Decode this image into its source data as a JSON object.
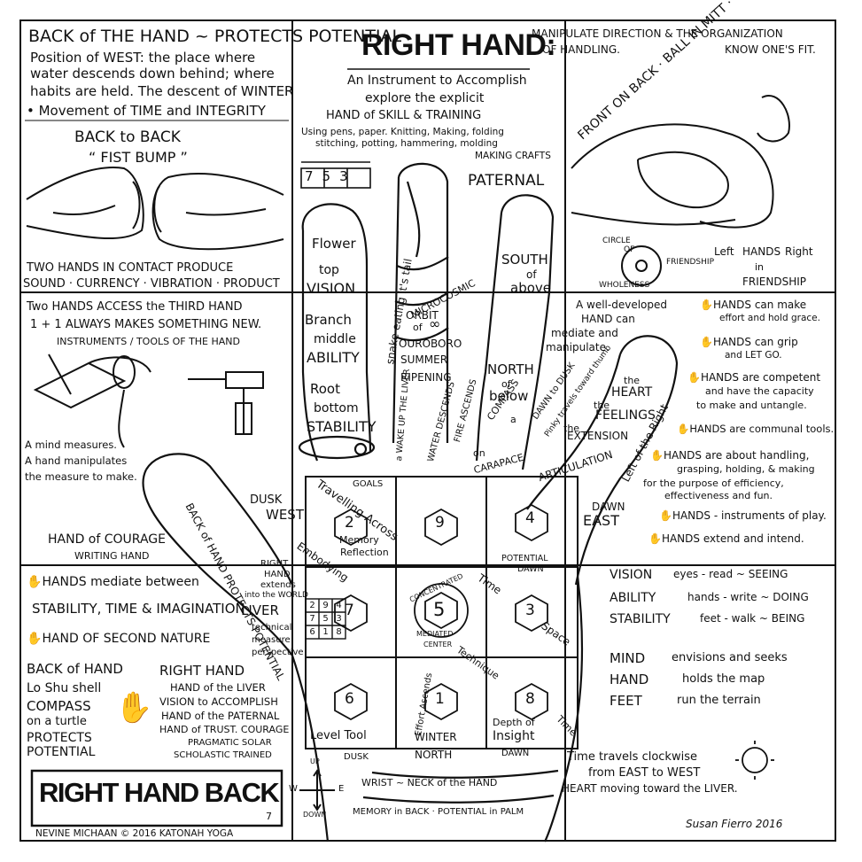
{
  "title": {
    "main": "RIGHT HAND:",
    "sub1": "An Instrument to Accomplish",
    "sub2": "explore the explicit",
    "sub3": "HAND of SKILL & TRAINING",
    "crafts1": "Using pens, paper. Knitting, Making, folding",
    "crafts2": "stitching, potting, hammering, molding",
    "crafts3": "MAKING CRAFTS",
    "right1": "MANIPULATE DIRECTION & THE ORGANIZATION",
    "right2": "OF HANDLING.",
    "right3": "KNOW ONE'S FIT."
  },
  "back_of_hand": {
    "l1": "BACK of THE HAND ~ PROTECTS POTENTIAL",
    "l2": "Position of WEST: the place where",
    "l3": "water descends down behind; where",
    "l4": "habits are held. The descent of WINTER",
    "l5": "• Movement of TIME and INTEGRITY",
    "fist1": "BACK to BACK",
    "fist2": "“ FIST BUMP ”",
    "contact1": "TWO HANDS IN CONTACT PRODUCE",
    "contact2": "SOUND · CURRENCY · VIBRATION · PRODUCT",
    "magic": [
      "7",
      "5",
      "3"
    ]
  },
  "mitt": {
    "text": "FRONT ON BACK · BALL IN MITT · “SPOONING”",
    "circle1": "CIRCLE",
    "circle2": "OF",
    "circle3": "WHOLENESS",
    "friendship": "FRIENDSHIP",
    "lr1": "Left",
    "lr2": "HANDS",
    "lr3": "Right",
    "lr4": "in",
    "lr5": "FRIENDSHIP"
  },
  "third_hand": {
    "l1": "Two HANDS ACCESS the THIRD HAND",
    "l2": "1 + 1  ALWAYS MAKES SOMETHING NEW.",
    "l3": "INSTRUMENTS / TOOLS OF THE HAND",
    "mind1": "A mind measures.",
    "mind2": "A hand manipulates",
    "mind3": "the measure to make.",
    "courage1": "HAND of COURAGE",
    "courage2": "WRITING HAND"
  },
  "fingers": {
    "f1": "Flower",
    "f2": "top",
    "f3": "VISION",
    "f4": "Branch",
    "f5": "middle",
    "f6": "ABILITY",
    "f7": "Root",
    "f8": "bottom",
    "f9": "STABILITY",
    "snake": "snake eating it's tail",
    "micro": "MICROCOSMIC",
    "orbit": "ORBIT",
    "of": "of",
    "infinity": "∞",
    "ourob": "OUROBORO",
    "summer": "SUMMER",
    "ripening": "RIPENING",
    "paternal": "PATERNAL",
    "south": "SOUTH",
    "of2": "of",
    "above": "above",
    "north": "NORTH",
    "of3": "of",
    "below": "below",
    "compass": "COMPASS",
    "on": "on",
    "a": "a",
    "carapace": "CARAPACE",
    "water_desc": "WATER DESCENDS",
    "fire_asc": "FIRE ASCENDS",
    "wake": "a WAKE UP THE LIVER",
    "dawn_dusk": "DAWN to DUSK",
    "pinky": "Pinky travels toward thumb",
    "heart1": "the",
    "heart2": "HEART",
    "heart3": "the",
    "heart4": "FEELINGS",
    "heart5": "the",
    "heart6": "EXTENSION",
    "articulation": "ARTICULATION",
    "left_right": "Left of the Right",
    "well1": "A well-developed",
    "well2": "HAND can",
    "well3": "mediate and",
    "well4": "manipulate."
  },
  "grid": {
    "goals": "GOALS",
    "dusk": "DUSK",
    "west": "WEST",
    "n2": "2",
    "n9": "9",
    "n4": "4",
    "memory": "Memory",
    "reflection": "Reflection",
    "potential": "POTENTIAL",
    "dawn": "DAWN",
    "n7": "7",
    "n5": "5",
    "n3": "3",
    "concentrated": "CONCENTRATED",
    "mediated": "MEDIATED",
    "center": "CENTER",
    "n6": "6",
    "n1": "1",
    "n8": "8",
    "level": "Level Tool",
    "winter": "WINTER",
    "north_b": "NORTH",
    "depth1": "Depth of",
    "depth2": "Insight",
    "effort": "Effort Ascends",
    "travelling": "Travelling Across",
    "embodying": "Embodying",
    "time": "Time",
    "space": "Space",
    "technique": "Technique",
    "time2": "Time",
    "right_hand1": "RIGHT",
    "right_hand2": "HAND",
    "right_hand3": "extends",
    "right_hand4": "into the WORLD",
    "liver": "LIVER",
    "tech1": "technical",
    "tech2": "measure",
    "tech3": "perspective",
    "back_thumb": "BACK of HAND PROTECTS POTENTIAL",
    "dawn_east1": "DAWN",
    "dawn_east2": "EAST",
    "loshu": [
      [
        "2",
        "9",
        "4"
      ],
      [
        "7",
        "5",
        "3"
      ],
      [
        "6",
        "1",
        "8"
      ]
    ]
  },
  "hands_list": {
    "h1": "HANDS can make",
    "h1b": "effort and hold grace.",
    "h2": "HANDS can grip",
    "h2b": "and LET GO.",
    "h3": "HANDS are competent",
    "h3b": "and have the capacity",
    "h3c": "to make and untangle.",
    "h4": "HANDS are communal tools.",
    "h5": "HANDS are about handling,",
    "h5b": "grasping, holding, & making",
    "h5c": "for the purpose of efficiency,",
    "h5d": "effectiveness and fun.",
    "h6": "HANDS - instruments of play.",
    "h7": "HANDS extend and intend."
  },
  "vision": {
    "v1": "VISION",
    "v1b": "eyes - read ~ SEEING",
    "v2": "ABILITY",
    "v2b": "hands - write ~ DOING",
    "v3": "STABILITY",
    "v3b": "feet - walk ~ BEING",
    "m1": "MIND",
    "m1b": "envisions and seeks",
    "m2": "HAND",
    "m2b": "holds the map",
    "m3": "FEET",
    "m3b": "run the terrain"
  },
  "mediate": {
    "l1": "HANDS mediate between",
    "l2": "STABILITY, TIME & IMAGINATION",
    "l3": "HAND OF SECOND NATURE",
    "b1": "BACK of HAND",
    "b2": "Lo Shu shell",
    "b3": "COMPASS",
    "b4": "on a turtle",
    "b5": "PROTECTS",
    "b6": "POTENTIAL",
    "r1": "RIGHT HAND",
    "r2": "HAND of the LIVER",
    "r3": "VISION to ACCOMPLISH",
    "r4": "HAND of the PATERNAL",
    "r5": "HAND of TRUST. COURAGE",
    "r6": "PRAGMATIC SOLAR",
    "r7": "SCHOLASTIC TRAINED"
  },
  "bottom": {
    "title": "RIGHT HAND BACK",
    "num": "7",
    "credit": "NEVINE MICHAAN © 2016 KATONAH YOGA",
    "dusk": "DUSK",
    "north": "NORTH",
    "dawn": "DAWN",
    "wrist": "WRIST ~ NECK of the HAND",
    "memory": "MEMORY in BACK · POTENTIAL in PALM",
    "up": "UP",
    "down": "DOWN",
    "w": "W",
    "e": "E",
    "time1": "Time travels clockwise",
    "time2": "from EAST to WEST",
    "time3": "HEART moving toward the LIVER.",
    "signature": "Susan Fierro 2016"
  }
}
